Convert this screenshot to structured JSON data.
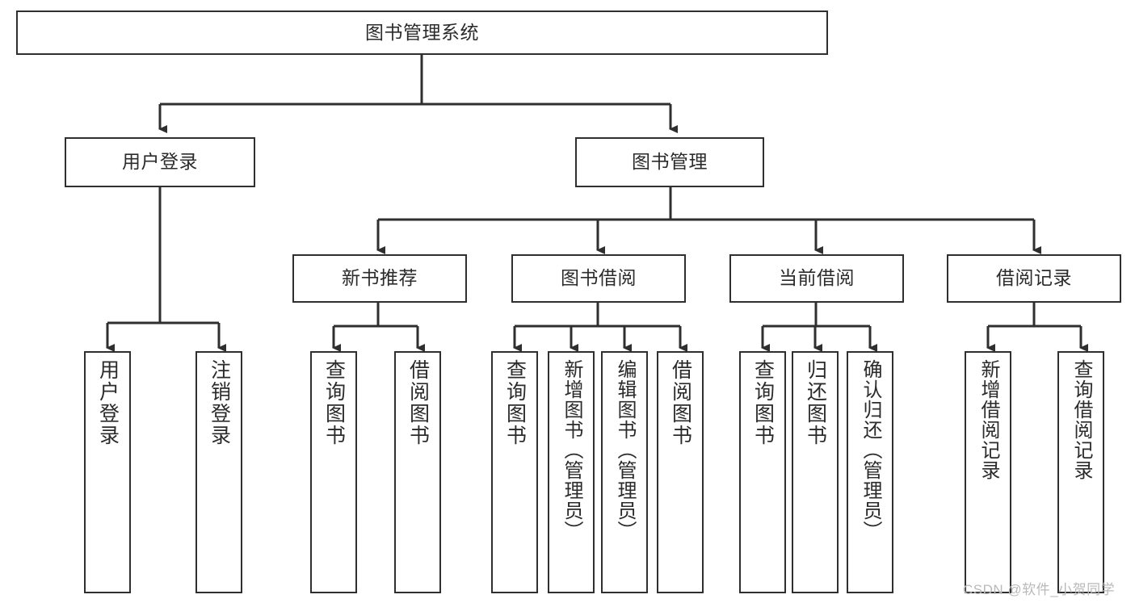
{
  "diagram": {
    "title": "图书管理系统",
    "watermark": "CSDN @软件_小贺同学",
    "colors": {
      "background": "#ffffff",
      "box_border": "#2f2f2f",
      "line": "#2f2f2f",
      "text": "#2b2b2b",
      "watermark": "#b9b9b9"
    },
    "root": {
      "label": "图书管理系统"
    },
    "level2": [
      {
        "label": "用户登录"
      },
      {
        "label": "图书管理"
      }
    ],
    "level3": [
      {
        "label": "新书推荐"
      },
      {
        "label": "图书借阅"
      },
      {
        "label": "当前借阅"
      },
      {
        "label": "借阅记录"
      }
    ],
    "leaves": {
      "user_login": [
        {
          "label": "用户登录"
        },
        {
          "label": "注销登录"
        }
      ],
      "new_book": [
        {
          "label": "查询图书"
        },
        {
          "label": "借阅图书"
        }
      ],
      "borrow": [
        {
          "label": "查询图书"
        },
        {
          "label": "新增图书（管理员）"
        },
        {
          "label": "编辑图书（管理员）"
        },
        {
          "label": "借阅图书"
        }
      ],
      "current": [
        {
          "label": "查询图书"
        },
        {
          "label": "归还图书"
        },
        {
          "label": "确认归还（管理员）"
        }
      ],
      "records": [
        {
          "label": "新增借阅记录"
        },
        {
          "label": "查询借阅记录"
        }
      ]
    }
  }
}
